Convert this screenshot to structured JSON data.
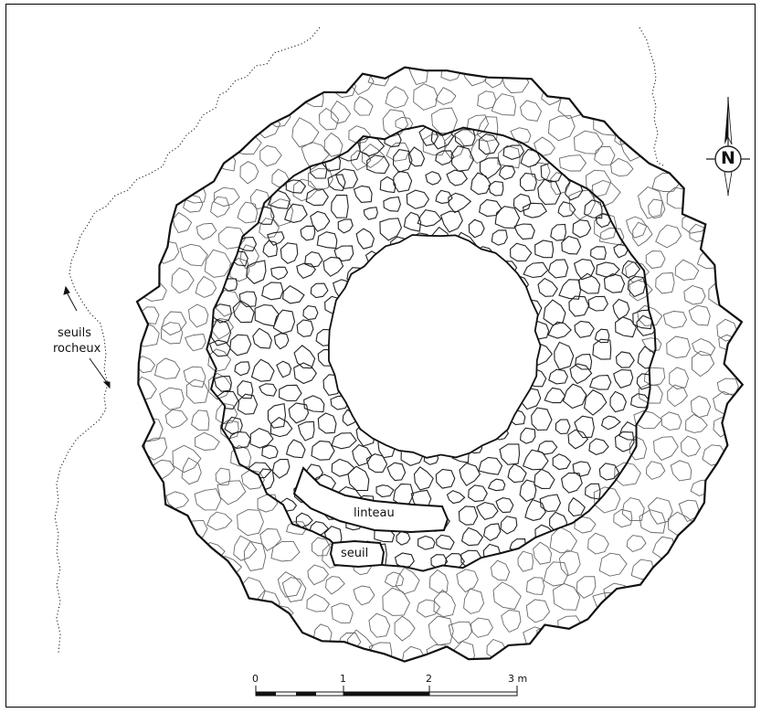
{
  "labels": {
    "seuils_line1": "seuils",
    "seuils_line2": "rocheux",
    "linteau": "linteau",
    "seuil": "seuil",
    "north": "N"
  },
  "scale": {
    "ticks": [
      "0",
      "1",
      "2",
      "3 m"
    ]
  },
  "colors": {
    "ink": "#111111",
    "stone_stroke": "#555555",
    "background": "#ffffff"
  }
}
